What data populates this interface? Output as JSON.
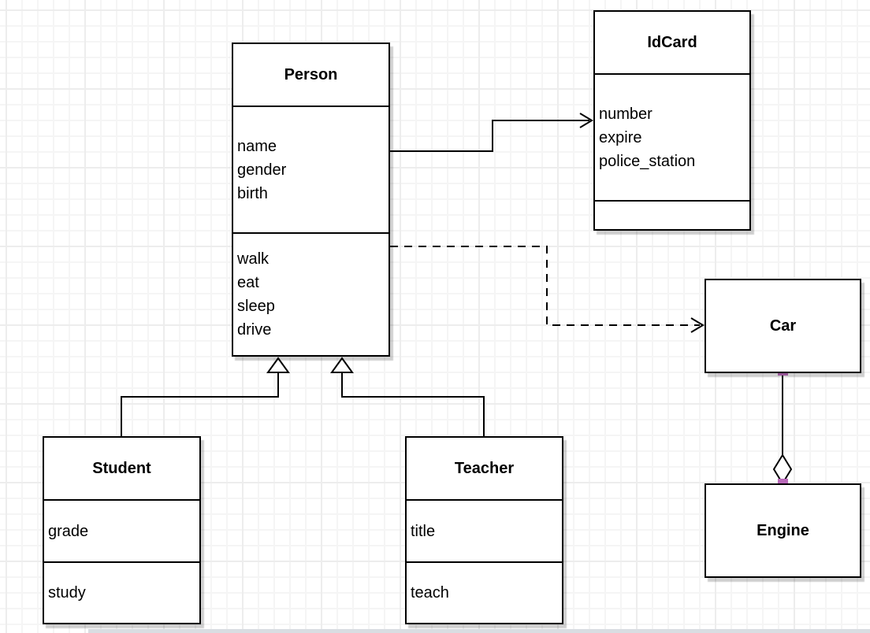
{
  "diagram": {
    "classes": {
      "person": {
        "title": "Person",
        "attributes": [
          "name",
          "gender",
          "birth"
        ],
        "methods": [
          "walk",
          "eat",
          "sleep",
          "drive"
        ]
      },
      "idcard": {
        "title": "IdCard",
        "attributes": [
          "number",
          "expire",
          "police_station"
        ],
        "methods": []
      },
      "car": {
        "title": "Car",
        "attributes": [],
        "methods": []
      },
      "engine": {
        "title": "Engine",
        "attributes": [],
        "methods": []
      },
      "student": {
        "title": "Student",
        "attributes": [
          "grade"
        ],
        "methods": [
          "study"
        ]
      },
      "teacher": {
        "title": "Teacher",
        "attributes": [
          "title"
        ],
        "methods": [
          "teach"
        ]
      }
    },
    "relationships": [
      {
        "from": "Person",
        "to": "IdCard",
        "type": "association",
        "line": "solid",
        "arrow": "open"
      },
      {
        "from": "Person",
        "to": "Car",
        "type": "dependency",
        "line": "dashed",
        "arrow": "open"
      },
      {
        "from": "Student",
        "to": "Person",
        "type": "generalization",
        "line": "solid",
        "arrow": "hollow-triangle"
      },
      {
        "from": "Teacher",
        "to": "Person",
        "type": "generalization",
        "line": "solid",
        "arrow": "hollow-triangle"
      },
      {
        "from": "Car",
        "to": "Engine",
        "type": "aggregation",
        "line": "solid",
        "marker": "hollow-diamond"
      }
    ],
    "colors": {
      "stroke": "#000000",
      "shape_fill": "#ffffff",
      "connection_point": "#ba6aba",
      "shadow": "rgba(0,0,0,0.19)",
      "grid_minor": "#f5f5f5",
      "grid_major": "#ededed",
      "page_edge": "#d9dde2"
    }
  }
}
